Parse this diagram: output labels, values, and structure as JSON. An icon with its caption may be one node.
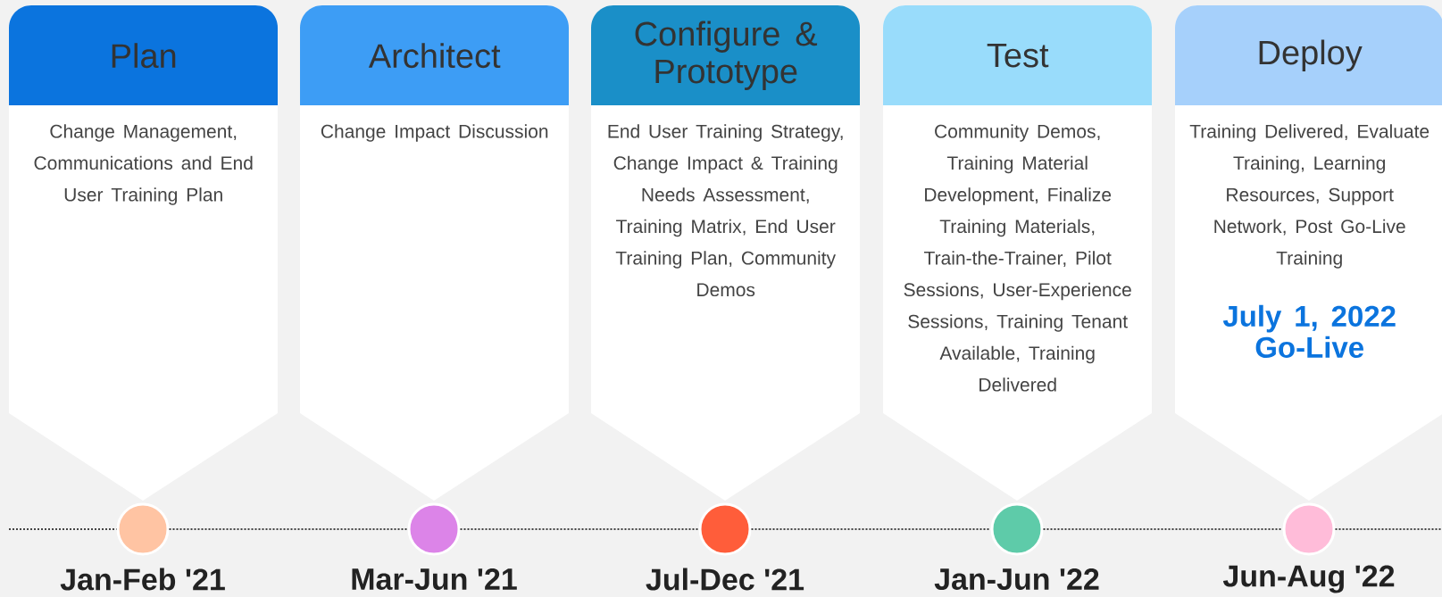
{
  "diagram": {
    "nodes": [
      {
        "text": [
          "Plan",
          "Change Management, Communications and End User Training Plan"
        ]
      },
      {
        "text": [
          "Architect",
          "Change Impact Discussion"
        ]
      },
      {
        "text": [
          "Configure & Prototype",
          "End User Training Strategy, Change Impact & Training Needs Assessment, Training Matrix, End User Training Plan, Community Demos"
        ]
      },
      {
        "text": [
          "Test",
          "Community Demos, Training Material Development, Finalize Training Materials, Train-the-Trainer, Pilot Sessions, User-Experience Sessions, Training Tenant Available, Training Delivered"
        ]
      },
      {
        "text": [
          "Deploy",
          "Training Delivered, Evaluate Training, Learning Resources, Support Network, Post Go-Live Training",
          "July 1, 2022 Go-Live"
        ]
      },
      {
        "text": [],
        "shape": "circle",
        "beside": [
          "Jan-Feb '21"
        ]
      },
      {
        "text": [],
        "shape": "circle",
        "beside": [
          "Mar-Jun '21"
        ]
      },
      {
        "text": [],
        "shape": "circle",
        "beside": [
          "Jul-Dec '21"
        ]
      },
      {
        "text": [],
        "shape": "circle",
        "beside": [
          "Jan-Jun '22"
        ]
      },
      {
        "text": [],
        "shape": "circle",
        "beside": [
          "Jun-Aug '22"
        ]
      }
    ],
    "edges": [
      {
        "from": 5,
        "to": 6,
        "arrow": "none",
        "style": "dashed"
      },
      {
        "from": 6,
        "to": 7,
        "arrow": "none",
        "style": "dashed"
      },
      {
        "from": 7,
        "to": 8,
        "arrow": "none",
        "style": "dashed"
      },
      {
        "from": 8,
        "to": 9,
        "arrow": "none",
        "style": "dashed"
      }
    ]
  }
}
